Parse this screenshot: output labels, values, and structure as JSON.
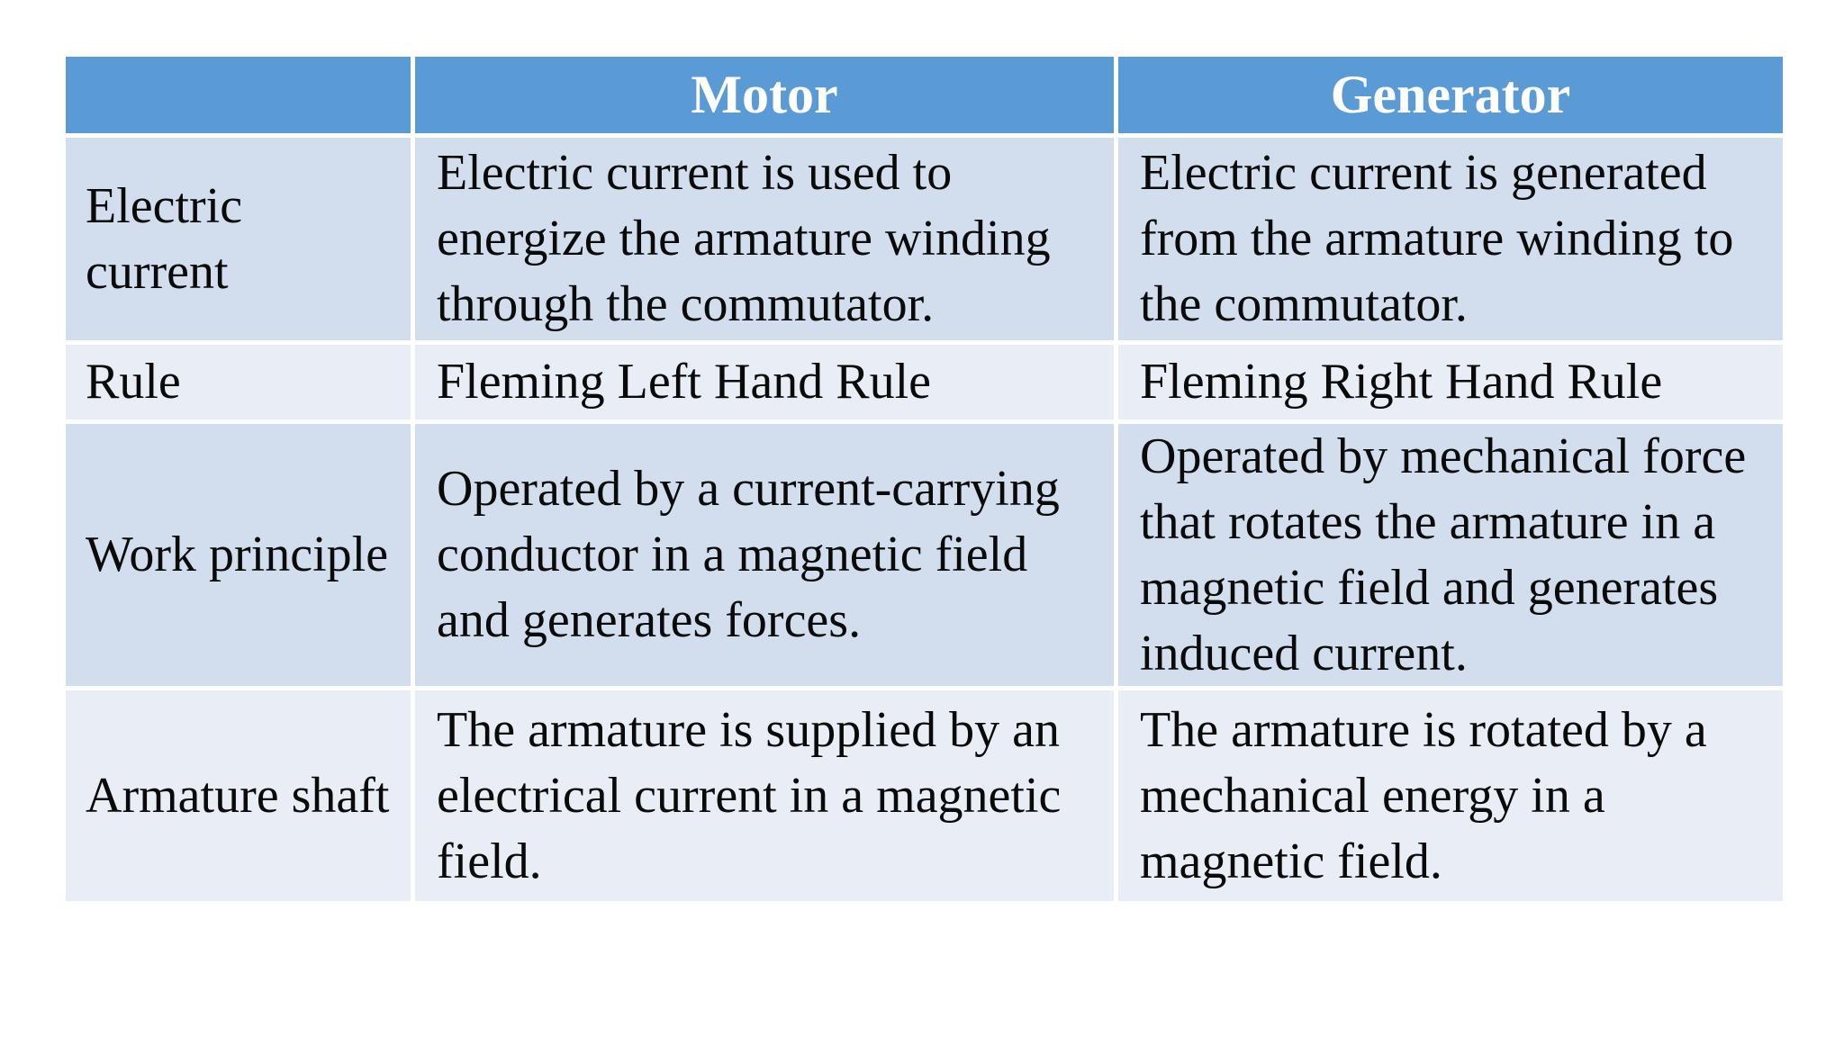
{
  "page": {
    "background": "#ffffff"
  },
  "table": {
    "style": {
      "header_bg": "#5B9BD5",
      "header_text_color": "#ffffff",
      "band_dark_bg": "#D2DEEE",
      "band_light_bg": "#E9EEF6",
      "body_text_color": "#0a0a0a",
      "separator_color": "#ffffff"
    },
    "columns": [
      "",
      "Motor",
      "Generator"
    ],
    "rows": [
      {
        "label": "Electric current",
        "motor": "Electric current is used to energize the armature winding through the commutator.",
        "generator": "Electric current is generated from the armature winding to the commutator."
      },
      {
        "label": "Rule",
        "motor": "Fleming Left Hand Rule",
        "generator": "Fleming Right Hand Rule"
      },
      {
        "label": "Work principle",
        "motor": "Operated by a current-carrying conductor in a magnetic field and generates forces.",
        "generator": "Operated by mechanical force that rotates the armature in a magnetic field and generates induced current."
      },
      {
        "label": "Armature shaft",
        "motor": "The armature is supplied by an electrical current in a magnetic field.",
        "generator": "The armature is rotated by a mechanical energy in a magnetic field."
      }
    ]
  }
}
